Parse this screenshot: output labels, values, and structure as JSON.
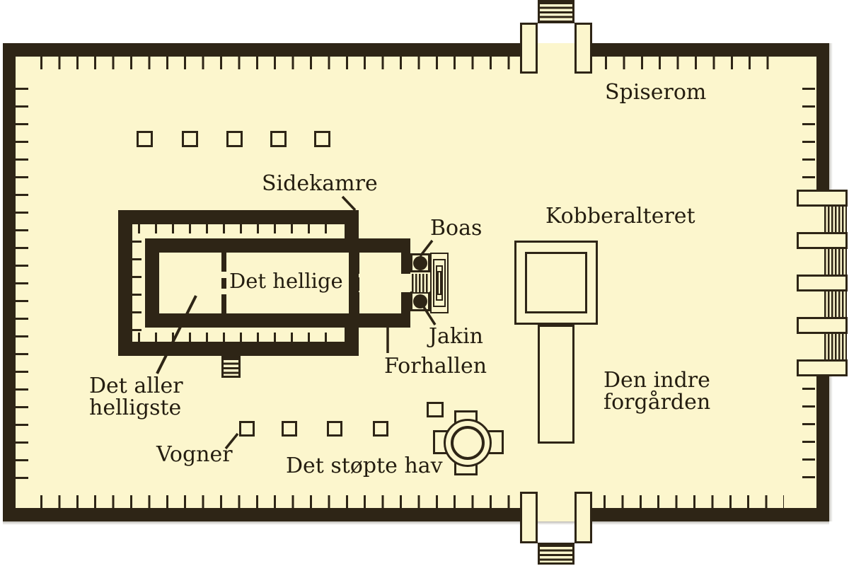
{
  "diagram": {
    "type": "temple-floor-plan",
    "labels": {
      "spiserom": "Spiserom",
      "sidekamre": "Sidekamre",
      "boas": "Boas",
      "jakin": "Jakin",
      "forhallen": "Forhallen",
      "det_hellige": "Det hellige",
      "det_aller_helligste": "Det aller\nhelligste",
      "vogner": "Vogner",
      "det_stopte_hav": "Det støpte hav",
      "kobberalteret": "Kobberalteret",
      "den_indre_forgarden": "Den indre\nforgården"
    },
    "colors": {
      "background": "#ffffff",
      "parchment": "#fcf6cd",
      "wall": "#2e2516",
      "text": "#241d10"
    }
  }
}
